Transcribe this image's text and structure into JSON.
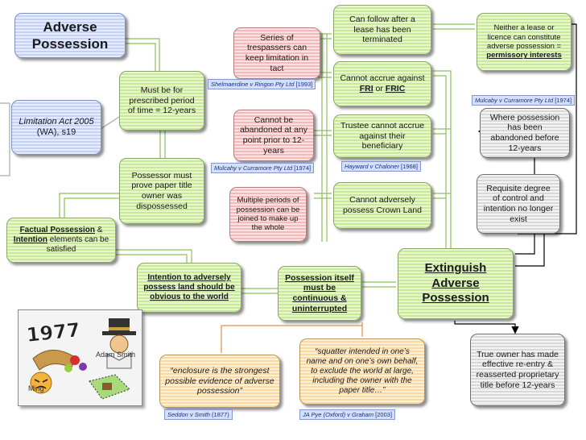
{
  "boxes": {
    "adverse_possession": "Adverse Possession",
    "limitation_act_a": "Limitation Act 2005",
    "limitation_act_b": "(WA), s19",
    "prescribed_period": "Must be for prescribed period of time = 12-years",
    "possessor_prove": "Possessor must prove paper title owner was dispossessed",
    "factual_a": "Factual Possession",
    "factual_b": " & ",
    "factual_c": "Intention",
    "factual_d": " elements can be satisfied",
    "intention_world": "Intention to adversely possess land should be obvious to the world",
    "possession_continuous": "Possession itself must be continuous & uninterrupted",
    "series_trespassers": "Series of trespassers can keep limitation in tact",
    "cannot_abandon": "Cannot be abandoned at any point prior to 12-years",
    "multiple_periods": "Multiple periods of possession can be joined to make up the whole",
    "follow_lease": "Can follow after a lease has been terminated",
    "cannot_accrue_a": "Cannot accrue against ",
    "cannot_accrue_b": "FRI",
    "cannot_accrue_c": " or ",
    "cannot_accrue_d": "FRIC",
    "trustee": "Trustee cannot accrue against their beneficiary",
    "crown_land": "Cannot adversely possess Crown Land",
    "neither_lease_a": "Neither a lease or licence can constitute adverse possession = ",
    "neither_lease_b": "permissory interests",
    "abandoned": "Where possession has been abandoned before 12-years",
    "requisite": "Requisite degree of control and intention no longer exist",
    "true_owner": "True owner has made effective re-entry & reasserted proprietary title before 12-years",
    "extinguish": "Extinguish Adverse Possession",
    "quote_enclosure": "“enclosure is the strongest possible evidence of adverse possession”",
    "quote_squatter": "“squatter intended in one’s name and on one’s own behalf, to exclude the world at large, including the owner with the paper title…”"
  },
  "cases": {
    "shelmerdine_name": "Shelmaerdine v Ringon Pty Ltd",
    "shelmerdine_year": "[1993]",
    "mulcahy1_name": "Mulcahy v Curramore Pty Ltd",
    "mulcahy1_year": "[1974]",
    "hayward_name": "Hayward v Chaloner",
    "hayward_year": "[1968]",
    "mulcahy2_name": "Mulcaby v Curramore Pty Ltd",
    "mulcahy2_year": "[1974]",
    "seddon_name": "Seddon v Smith",
    "seddon_year": "(1877)",
    "pye_name": "JA Pye (Oxford) v Graham",
    "pye_year": "[2003]"
  },
  "picture": {
    "year": "1977",
    "person1": "Adam Smith",
    "person2": "Ming"
  },
  "colors": {
    "green_box": "#c8e89a",
    "red_box": "#f4b9b9",
    "blue_box": "#c5d2f5",
    "grey_box": "#d8d8d8",
    "orange_box": "#fbd9a3",
    "connector": "#b9b9b9",
    "arrow_outline": "#8fbf5a",
    "black_arrow": "#000000",
    "orange_line": "#e58e3b"
  }
}
